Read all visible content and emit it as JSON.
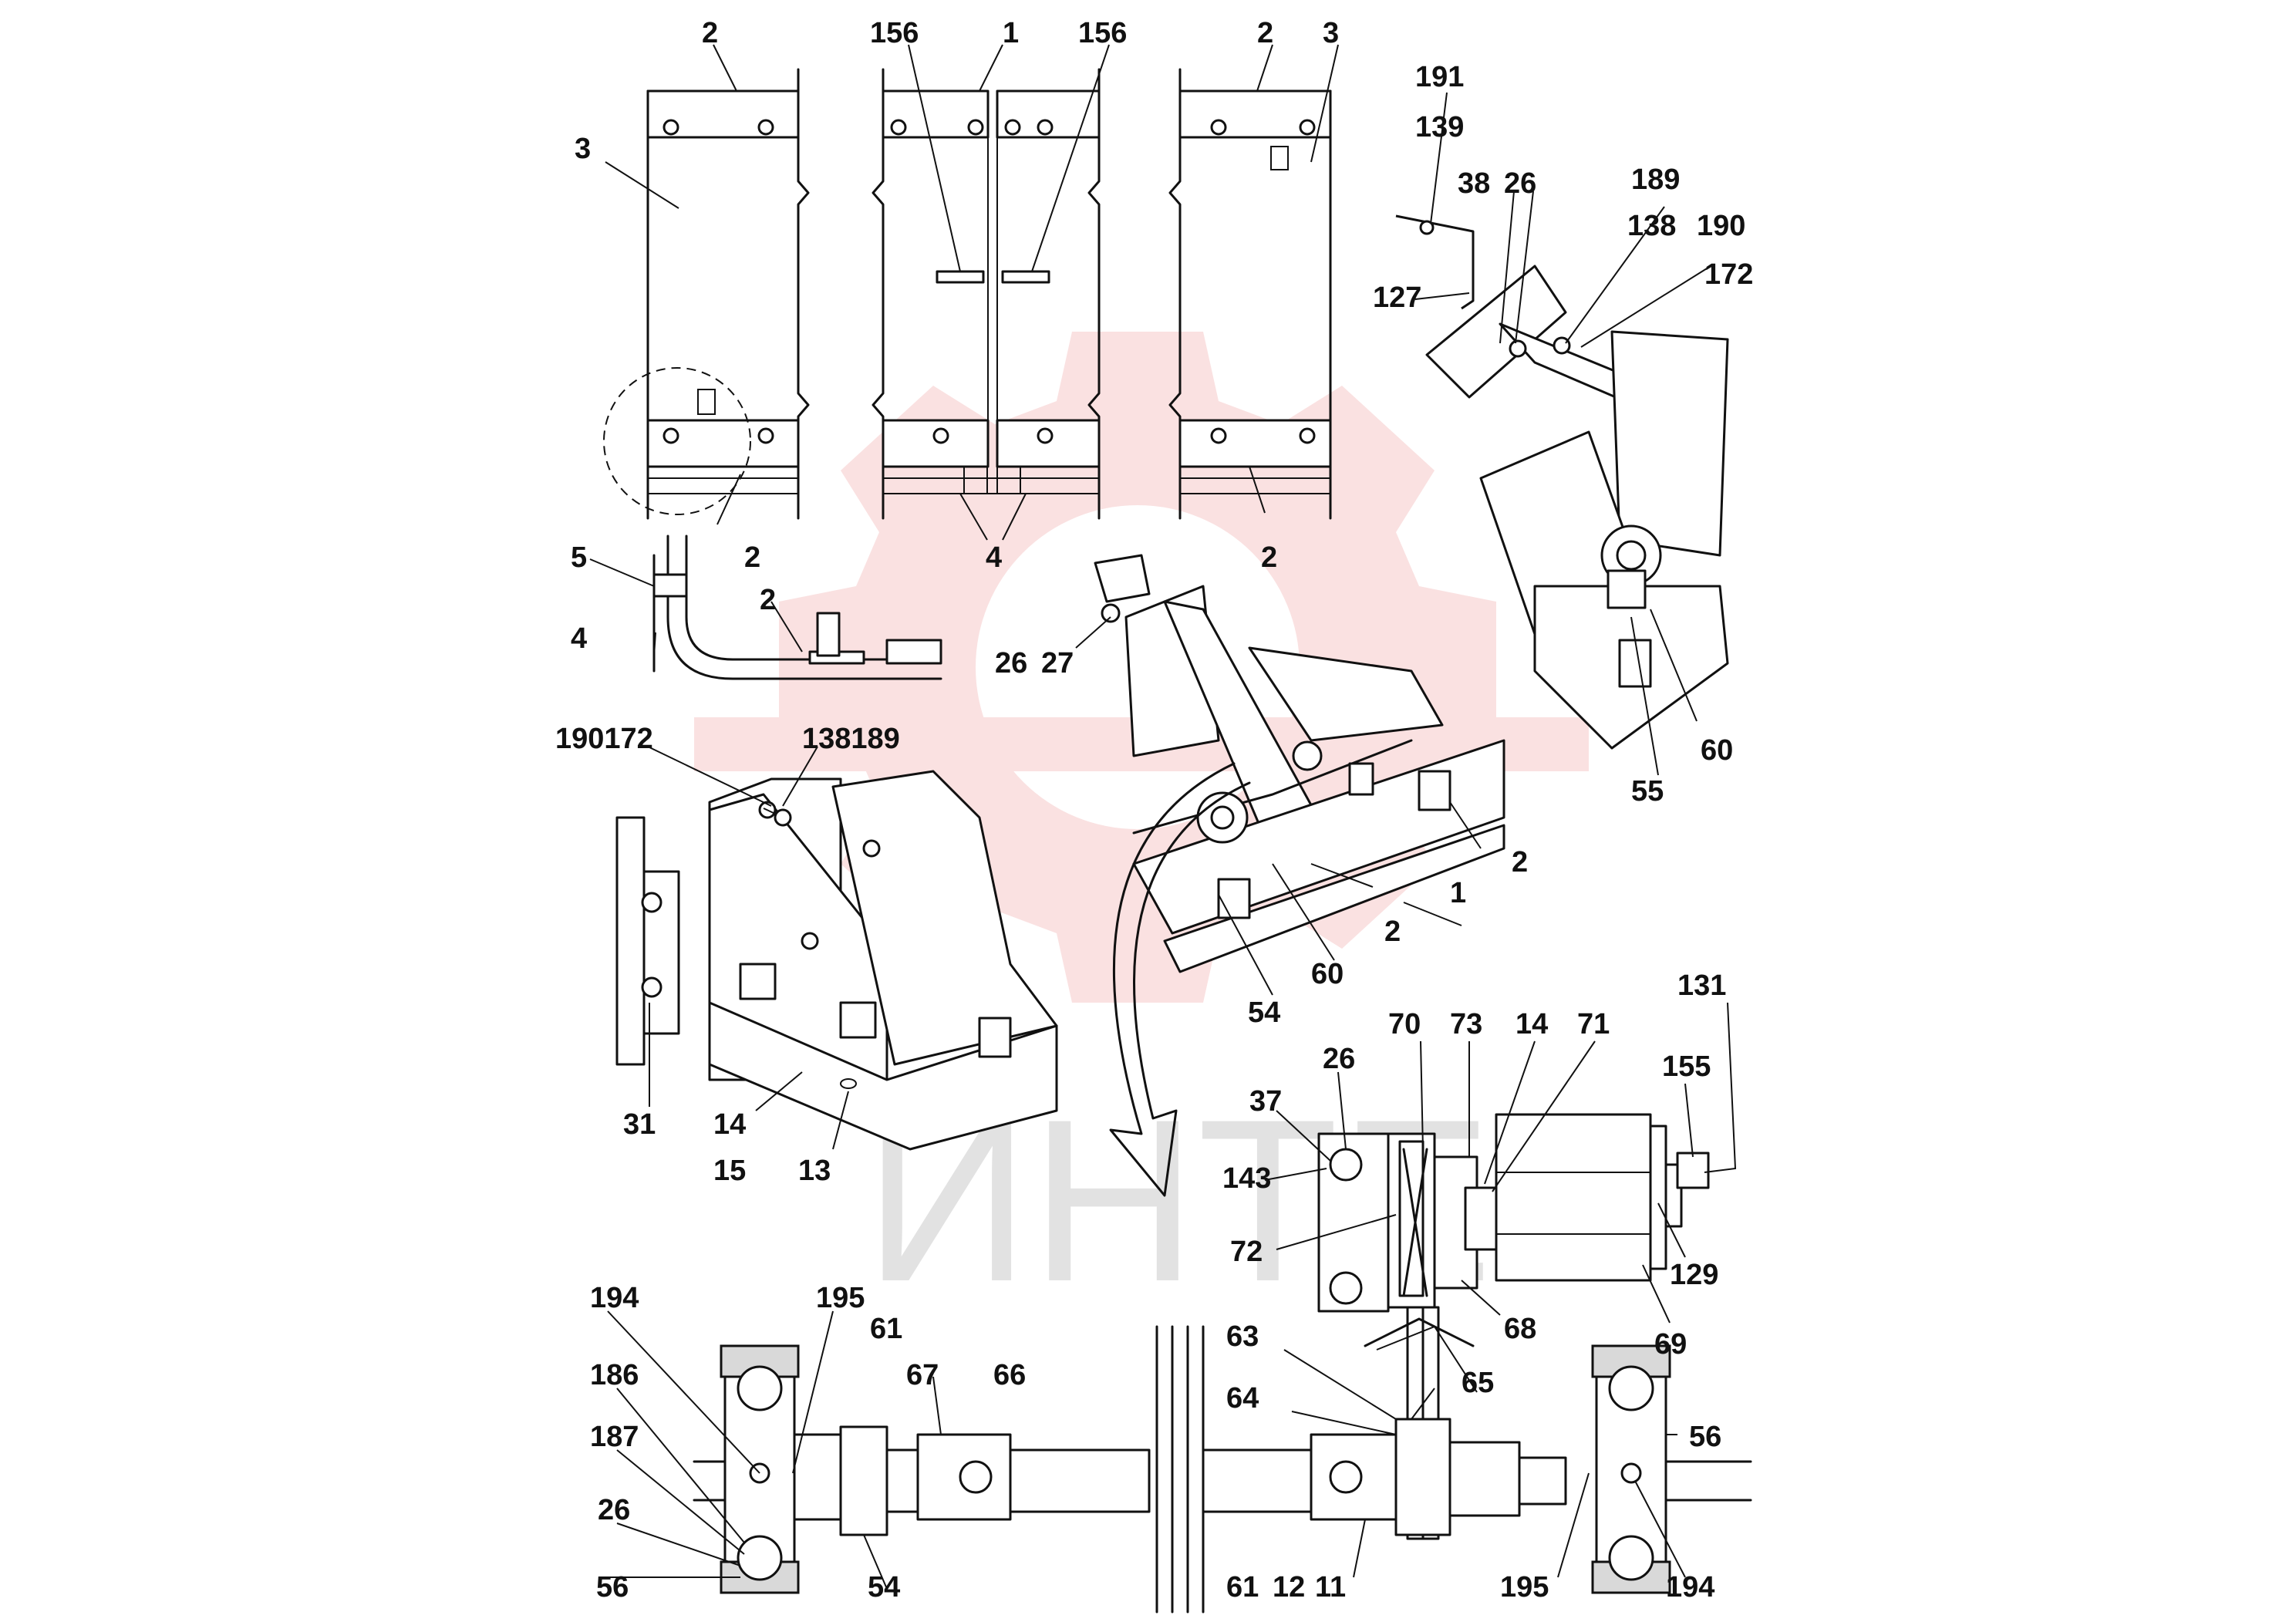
{
  "watermark": {
    "text": "ИНТЕХ",
    "gear_color": "#f6c9c9",
    "text_color": "#e2e2e2"
  },
  "callouts": {
    "panel_left": {
      "top": "2",
      "side": "3",
      "bottom": "2"
    },
    "panel_mid": {
      "top": "1",
      "left": "156",
      "right": "156",
      "bottom": "4"
    },
    "panel_right": {
      "top_a": "2",
      "top_b": "3",
      "bottom": "2"
    },
    "profile": {
      "a": "5",
      "b": "4",
      "c": "2"
    },
    "bracket_tr": {
      "a": "191",
      "b": "139",
      "c": "38",
      "d": "26",
      "e": "189",
      "f": "138",
      "g": "190",
      "h": "172",
      "i": "127",
      "j": "60",
      "k": "55"
    },
    "assembly_left": {
      "a": "190172",
      "b": "138189",
      "c": "31",
      "d": "14",
      "e": "15",
      "f": "13"
    },
    "assembly_mid": {
      "a": "26",
      "b": "27",
      "c": "2",
      "d": "1",
      "e": "2",
      "f": "60",
      "g": "54"
    },
    "motor": {
      "a": "26",
      "b": "37",
      "c": "143",
      "d": "72",
      "e": "70",
      "f": "73",
      "g": "14",
      "h": "71",
      "i": "131",
      "j": "155",
      "k": "129",
      "l": "69",
      "m": "68",
      "n": "65"
    },
    "shaft": {
      "a": "194",
      "b": "195",
      "c": "61",
      "d": "67",
      "e": "66",
      "f": "186",
      "g": "187",
      "h": "26",
      "i": "56",
      "j": "54",
      "k": "63",
      "l": "64",
      "m": "61",
      "n": "12",
      "o": "11",
      "p": "56",
      "q": "195",
      "r": "194"
    }
  }
}
